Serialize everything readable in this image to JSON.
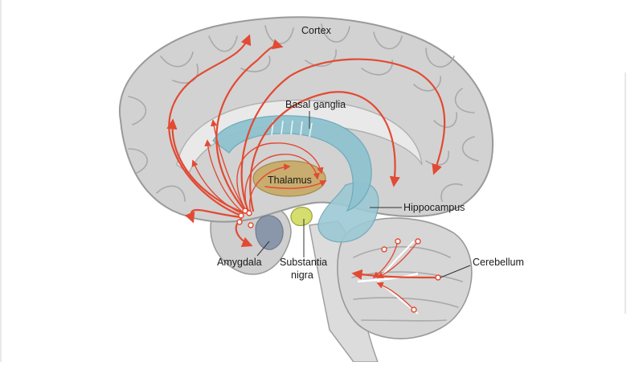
{
  "diagram": {
    "labels": {
      "cortex": "Cortex",
      "basal_ganglia": "Basal ganglia",
      "thalamus": "Thalamus",
      "hippocampus": "Hippocampus",
      "amygdala": "Amygdala",
      "substantia_nigra_line1": "Substantia",
      "substantia_nigra_line2": "nigra",
      "cerebellum": "Cerebellum"
    },
    "colors": {
      "brain": "#d2d2d2",
      "brain_outline": "#9a9a9a",
      "basal_ganglia": "#8fc3cf",
      "thalamus": "#c9ad6e",
      "hippocampus": "#9cc9d4",
      "amygdala": "#8a97ab",
      "substantia_nigra": "#d6dd6f",
      "pathways": "#e24a33",
      "brainstem": "#dcdcdc"
    }
  }
}
